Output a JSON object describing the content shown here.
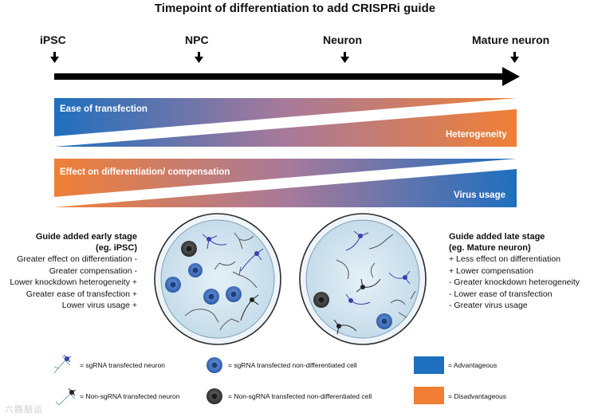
{
  "title": "Timepoint of differentiation to add CRISPRi guide",
  "stages": [
    "iPSC",
    "NPC",
    "Neuron",
    "Mature neuron"
  ],
  "gradients": {
    "top_left_label": "Ease of transfection",
    "top_right_label": "Heterogeneity",
    "bottom_left_label": "Effect on differentiation/ compensation",
    "bottom_right_label": "Virus usage"
  },
  "left_panel": {
    "heading_1": "Guide added early stage",
    "heading_2": "(eg. iPSC)",
    "lines": [
      "Greater effect on differentiation -",
      "Greater compensation -",
      "Lower knockdown heterogeneity +",
      "Greater ease of transfection +",
      "Lower virus usage +"
    ]
  },
  "right_panel": {
    "heading_1": "Guide added late stage",
    "heading_2": "(eg. Mature neuron)",
    "lines": [
      "+ Less effect on differentiation",
      "+ Lower compensation",
      "- Greater knockdown heterogeneity",
      "- Lower ease of transfection",
      "- Greater virus usage"
    ]
  },
  "legend": {
    "sg_neuron": "= sgRNA transfected neuron",
    "sg_cell": "= sgRNA transfected non-differentiated cell",
    "non_sg_neuron": "= Non-sgRNA transfected neuron",
    "non_sg_cell": "= Non-sgRNA transfected non-differentiated cell",
    "advantageous": "= Advantageous",
    "disadvantageous": "= Disadvantageous"
  },
  "colors": {
    "advantageous": "#1f6fbf",
    "disadvantageous": "#f07f35"
  },
  "watermark": "六路脑运"
}
